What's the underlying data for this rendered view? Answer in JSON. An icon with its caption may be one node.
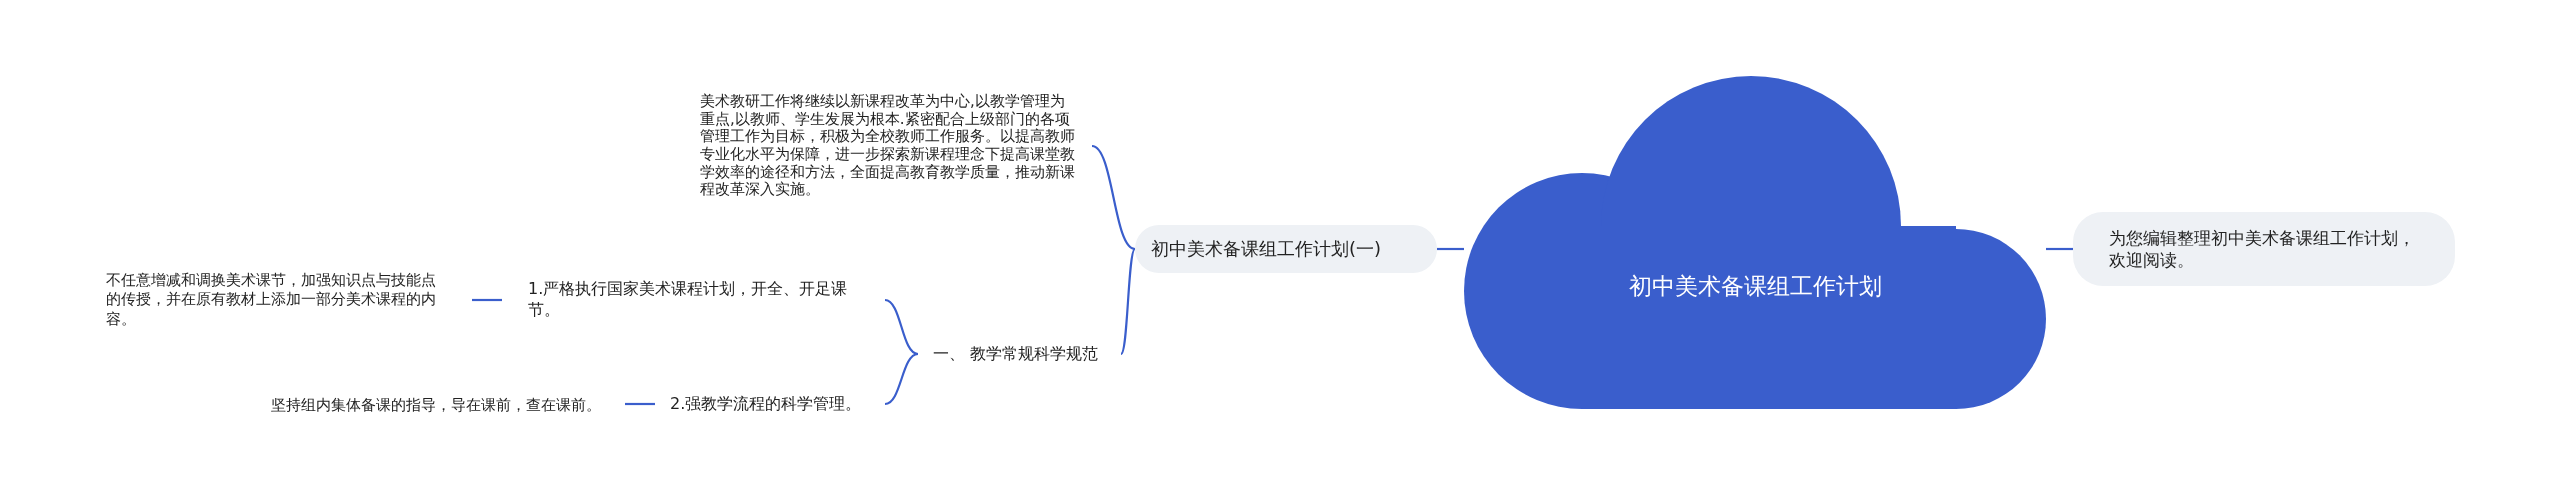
{
  "diagram": {
    "nodes": [
      {
        "text": [
          "初中美术备课组工作计划"
        ]
      },
      {
        "text": [
          "初中美术备课组工作计划(一)"
        ]
      },
      {
        "text": [
          "美术教研工作将继续以新课程改革为中心,以教学管理为重点,以教师、学生发展为根本.紧密配合上级部门的各项管理工作为目标，积极为全校教师工作服务。以提高教师专业化水平为保障，进一步探索新课程理念下提高课堂教学效率的途径和方法，全面提高教育教学质量，推动新课程改革深入实施。"
        ]
      },
      {
        "text": [
          "一、 教学常规科学规范"
        ]
      },
      {
        "text": [
          "1.严格执行国家美术课程计划，开全、开足课节。"
        ]
      },
      {
        "text": [
          "不任意增减和调换美术课节，加强知识点与技能点的传授，并在原有教材上添加一部分美术课程的内容。"
        ]
      },
      {
        "text": [
          "2.强教学流程的科学管理。"
        ]
      },
      {
        "text": [
          "坚持组内集体备课的指导，导在课前，查在课前。"
        ]
      },
      {
        "text": [
          "为您编辑整理初中美术备课组工作计划，欢迎阅读。"
        ]
      }
    ],
    "edges": [
      {
        "from": 0,
        "to": 1,
        "arrow": "none"
      },
      {
        "from": 1,
        "to": 2,
        "arrow": "none"
      },
      {
        "from": 1,
        "to": 3,
        "arrow": "none"
      },
      {
        "from": 3,
        "to": 4,
        "arrow": "none"
      },
      {
        "from": 4,
        "to": 5,
        "arrow": "none"
      },
      {
        "from": 3,
        "to": 6,
        "arrow": "none"
      },
      {
        "from": 6,
        "to": 7,
        "arrow": "none"
      },
      {
        "from": 0,
        "to": 8,
        "arrow": "none"
      }
    ]
  }
}
